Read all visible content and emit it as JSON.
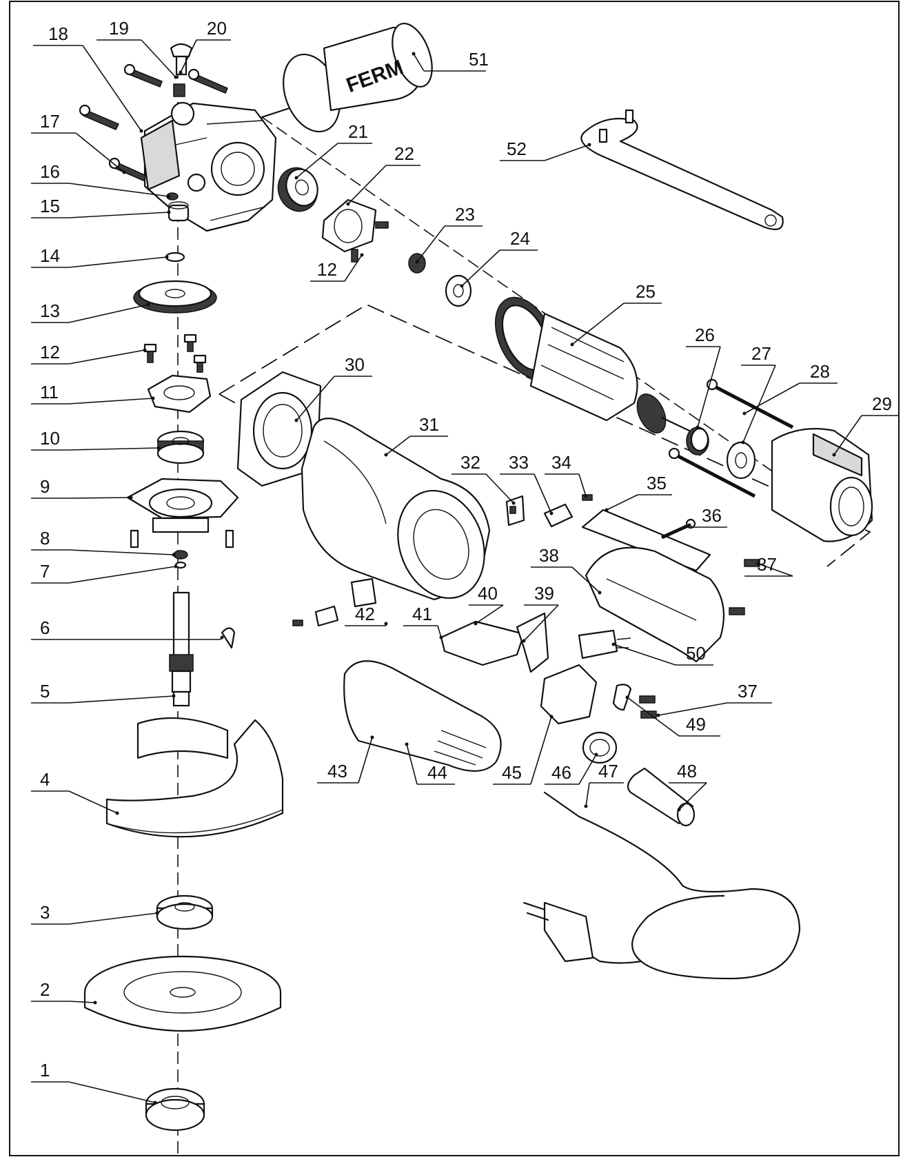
{
  "colors": {
    "line": "#111111",
    "fill": "#ffffff",
    "shade": "#d9d9d9",
    "dark": "#3a3a3a"
  },
  "handle_brand": "FERM",
  "part_labels": [
    "1",
    "2",
    "3",
    "4",
    "5",
    "6",
    "7",
    "8",
    "9",
    "10",
    "11",
    "12",
    "13",
    "14",
    "15",
    "16",
    "17",
    "18",
    "19",
    "20",
    "21",
    "22",
    "23",
    "24",
    "25",
    "26",
    "27",
    "28",
    "29",
    "30",
    "31",
    "32",
    "33",
    "34",
    "35",
    "36",
    "37",
    "38",
    "39",
    "40",
    "41",
    "42",
    "43",
    "44",
    "45",
    "46",
    "47",
    "48",
    "49",
    "50",
    "51",
    "52"
  ]
}
